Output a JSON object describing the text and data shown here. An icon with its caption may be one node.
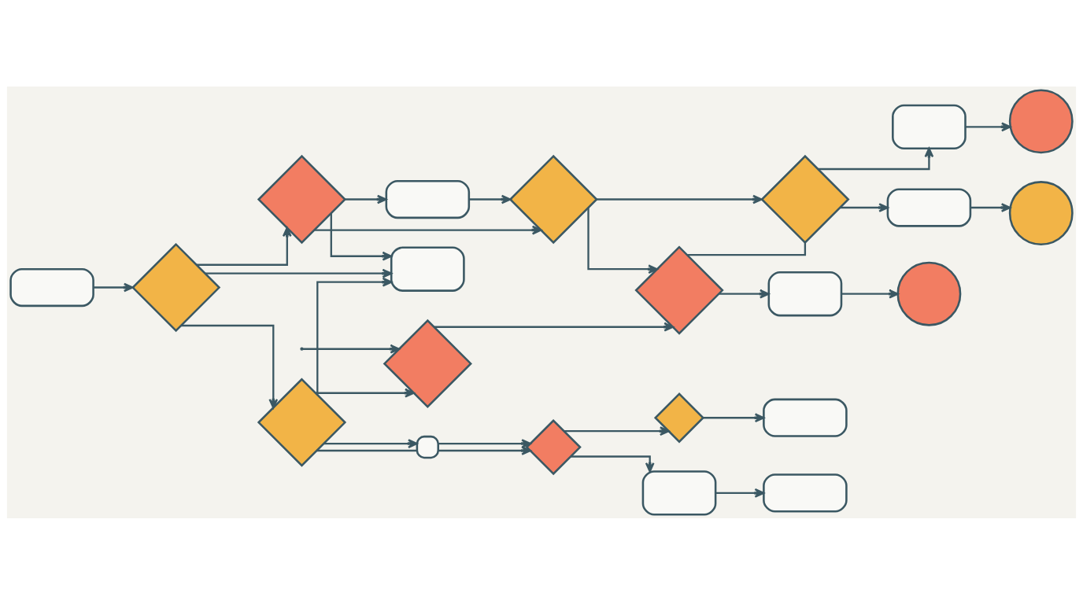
{
  "diagram": {
    "nodes": [
      {
        "text": [],
        "shape": "pill"
      },
      {
        "text": [],
        "shape": "diamond"
      },
      {
        "text": [],
        "shape": "diamond"
      },
      {
        "text": [],
        "shape": "box"
      },
      {
        "text": [],
        "shape": "box"
      },
      {
        "text": [],
        "shape": "diamond"
      },
      {
        "text": [],
        "shape": "diamond"
      },
      {
        "text": [],
        "shape": "pill"
      },
      {
        "text": [],
        "shape": "diamond"
      },
      {
        "text": [],
        "shape": "diamond"
      },
      {
        "text": [],
        "shape": "diamond"
      },
      {
        "text": [],
        "shape": "box"
      },
      {
        "text": [],
        "shape": "pill"
      },
      {
        "text": [],
        "shape": "pill"
      },
      {
        "text": [],
        "shape": "diamond"
      },
      {
        "text": [],
        "shape": "box"
      },
      {
        "text": [],
        "shape": "circle"
      },
      {
        "text": [],
        "shape": "diamond"
      },
      {
        "text": [],
        "shape": "pill"
      },
      {
        "text": [],
        "shape": "circle"
      },
      {
        "text": [],
        "shape": "box"
      },
      {
        "text": [],
        "shape": "circle"
      }
    ],
    "edges": [
      {
        "from": 0,
        "to": 1,
        "arrow": "to"
      },
      {
        "from": 1,
        "to": 2,
        "arrow": "to"
      },
      {
        "from": 1,
        "to": 4,
        "arrow": "to"
      },
      {
        "from": 1,
        "to": 5,
        "arrow": "to"
      },
      {
        "from": 2,
        "to": 4,
        "arrow": "to"
      },
      {
        "from": 2,
        "to": 3,
        "arrow": "none"
      },
      {
        "from": 2,
        "to": 3,
        "arrow": "to"
      },
      {
        "from": 2,
        "to": 6,
        "arrow": "to"
      },
      {
        "from": 3,
        "to": 9,
        "arrow": "to"
      },
      {
        "from": 3,
        "to": 9,
        "arrow": "to"
      },
      {
        "from": null,
        "to": 6,
        "arrow": "to"
      },
      {
        "from": 9,
        "to": 10,
        "arrow": "to"
      },
      {
        "from": 9,
        "to": 11,
        "arrow": "to"
      },
      {
        "from": 10,
        "to": 12,
        "arrow": "to"
      },
      {
        "from": 11,
        "to": 13,
        "arrow": "to"
      },
      {
        "from": 5,
        "to": 4,
        "arrow": "to"
      },
      {
        "from": 5,
        "to": 8,
        "arrow": "to"
      },
      {
        "from": 5,
        "to": 7,
        "arrow": "to"
      },
      {
        "from": 7,
        "to": 8,
        "arrow": "to"
      },
      {
        "from": 6,
        "to": 14,
        "arrow": "to"
      },
      {
        "from": 8,
        "to": 14,
        "arrow": "to"
      },
      {
        "from": 8,
        "to": 17,
        "arrow": "to"
      },
      {
        "from": 14,
        "to": 17,
        "arrow": "none"
      },
      {
        "from": 14,
        "to": 15,
        "arrow": "to"
      },
      {
        "from": 15,
        "to": 16,
        "arrow": "to"
      },
      {
        "from": 17,
        "to": 18,
        "arrow": "to"
      },
      {
        "from": 17,
        "to": 20,
        "arrow": "to"
      },
      {
        "from": 18,
        "to": 19,
        "arrow": "to"
      },
      {
        "from": 20,
        "to": 21,
        "arrow": "to"
      }
    ]
  }
}
